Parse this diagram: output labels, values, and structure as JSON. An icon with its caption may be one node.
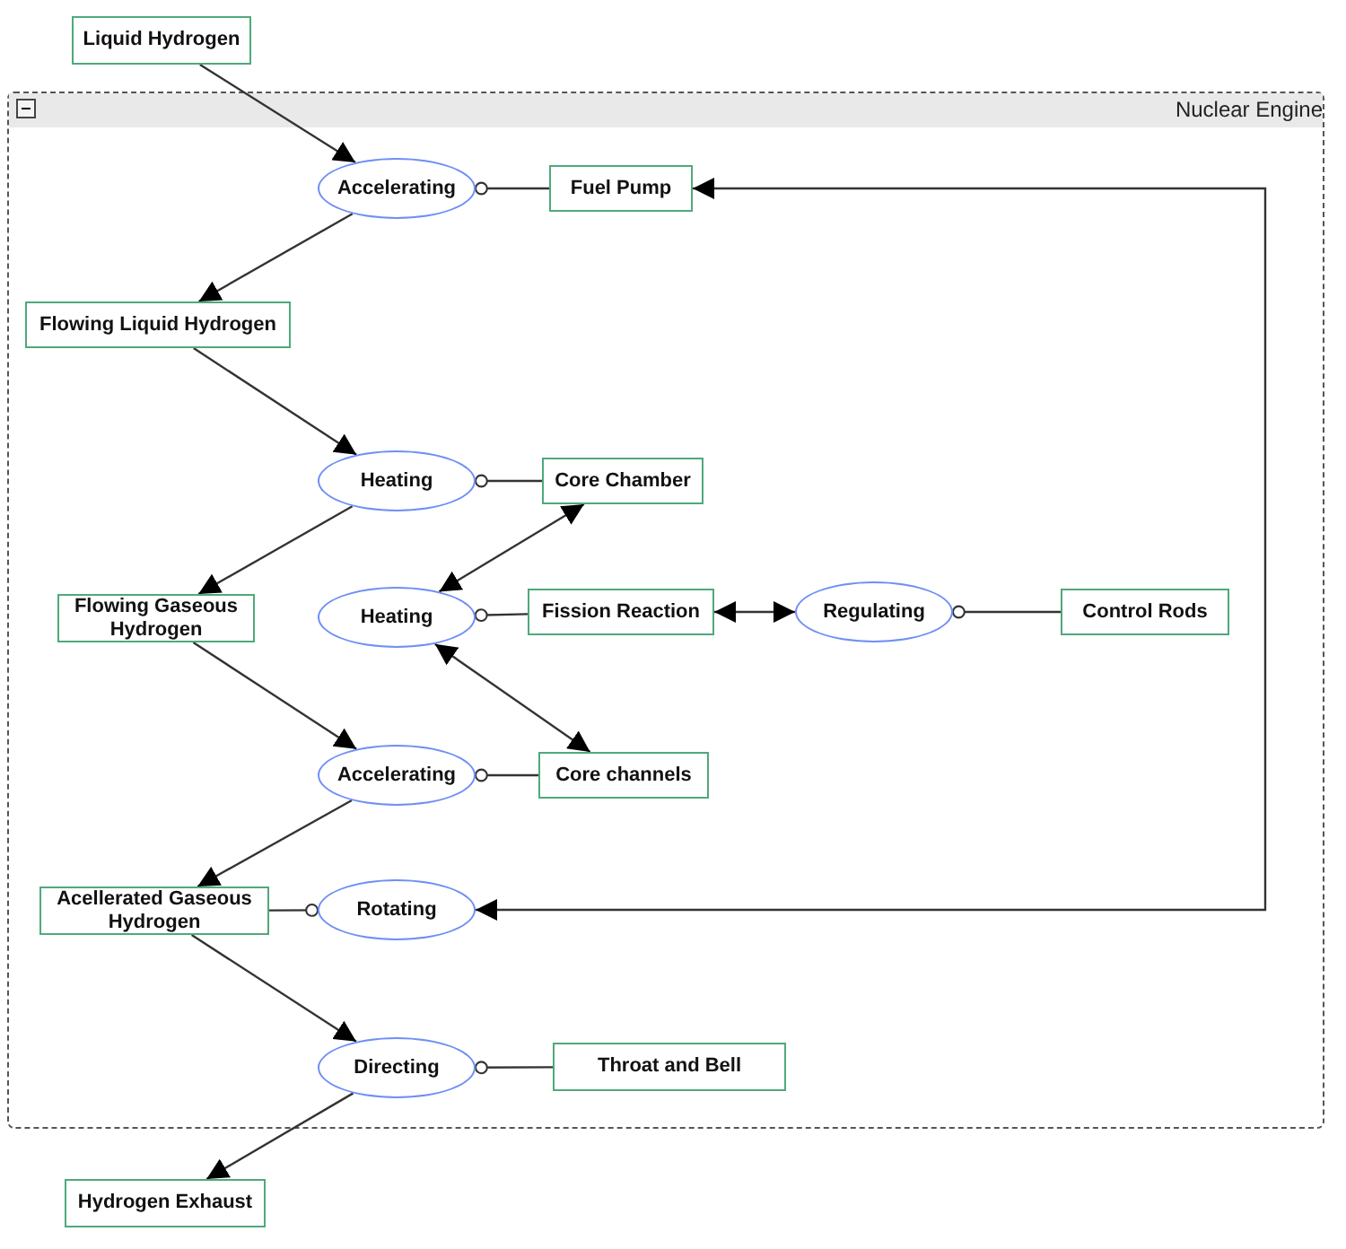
{
  "diagram": {
    "nodes": [
      {
        "text": [
          "Liquid Hydrogen"
        ]
      },
      {
        "text": [
          "Nuclear Engine"
        ]
      },
      {
        "text": [
          "Accelerating"
        ],
        "in": 1
      },
      {
        "text": [
          "Fuel Pump"
        ],
        "in": 1
      },
      {
        "text": [
          "Flowing Liquid Hydrogen"
        ],
        "in": 1
      },
      {
        "text": [
          "Heating"
        ],
        "in": 1
      },
      {
        "text": [
          "Core Chamber"
        ],
        "in": 1
      },
      {
        "text": [
          "Flowing Gaseous Hydrogen"
        ],
        "in": 1
      },
      {
        "text": [
          "Heating"
        ],
        "in": 1
      },
      {
        "text": [
          "Fission Reaction"
        ],
        "in": 1
      },
      {
        "text": [
          "Regulating"
        ],
        "in": 1
      },
      {
        "text": [
          "Control Rods"
        ],
        "in": 1
      },
      {
        "text": [
          "Accelerating"
        ],
        "in": 1
      },
      {
        "text": [
          "Core channels"
        ],
        "in": 1
      },
      {
        "text": [
          "Acellerated Gaseous Hydrogen"
        ],
        "in": 1
      },
      {
        "text": [
          "Rotating"
        ],
        "in": 1
      },
      {
        "text": [
          "Directing"
        ],
        "in": 1
      },
      {
        "text": [
          "Throat and Bell"
        ],
        "in": 1
      },
      {
        "text": [
          "Hydrogen Exhaust"
        ]
      }
    ],
    "edges": [
      {
        "from": 0,
        "to": 2,
        "arrow": "to"
      },
      {
        "from": 2,
        "to": 4,
        "arrow": "to"
      },
      {
        "from": 3,
        "to": 2,
        "arrow": "other"
      },
      {
        "from": 4,
        "to": 5,
        "arrow": "to"
      },
      {
        "from": 5,
        "to": 7,
        "arrow": "to"
      },
      {
        "from": 6,
        "to": 5,
        "arrow": "other"
      },
      {
        "from": 8,
        "to": 6,
        "arrow": "both"
      },
      {
        "from": 9,
        "to": 8,
        "arrow": "other"
      },
      {
        "from": 9,
        "to": 10,
        "arrow": "both"
      },
      {
        "from": 11,
        "to": 10,
        "arrow": "other"
      },
      {
        "from": 8,
        "to": 13,
        "arrow": "both"
      },
      {
        "from": 7,
        "to": 12,
        "arrow": "to"
      },
      {
        "from": 12,
        "to": 14,
        "arrow": "to"
      },
      {
        "from": 13,
        "to": 12,
        "arrow": "other"
      },
      {
        "from": 14,
        "to": 15,
        "arrow": "other"
      },
      {
        "from": 15,
        "to": 3,
        "arrow": "both"
      },
      {
        "from": 14,
        "to": 16,
        "arrow": "to"
      },
      {
        "from": 17,
        "to": 16,
        "arrow": "other"
      },
      {
        "from": 16,
        "to": 18,
        "arrow": "to"
      }
    ]
  }
}
